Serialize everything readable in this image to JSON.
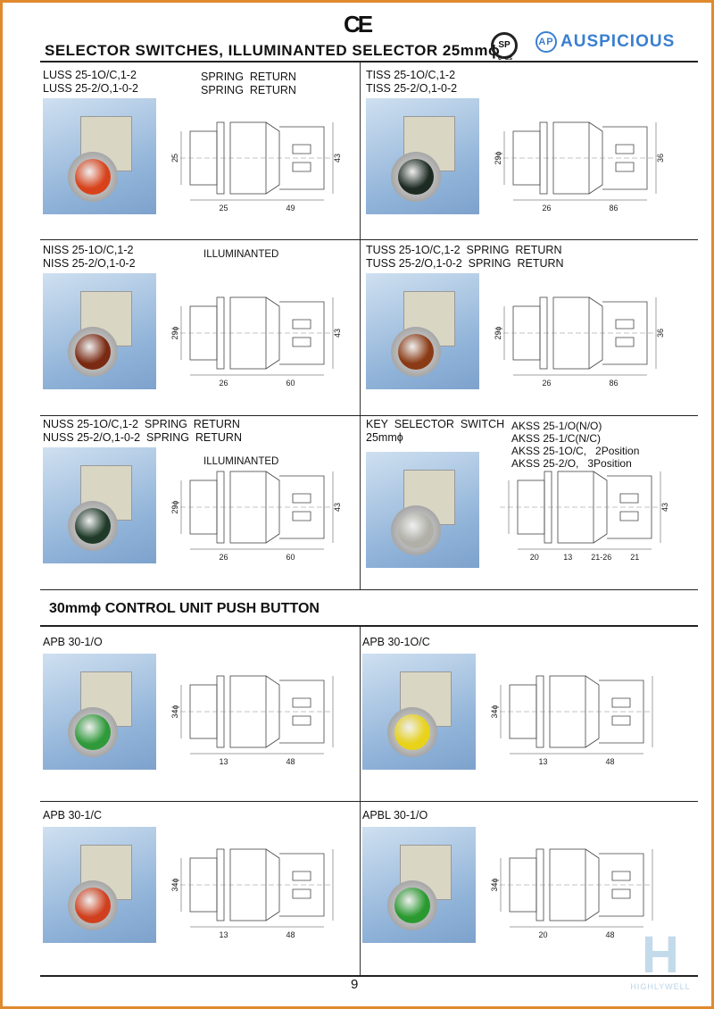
{
  "header": {
    "ce_mark": "CE",
    "title": "SELECTOR  SWITCHES, ILLUMINANTED  SELECTOR  25mmϕ",
    "csa_mark": "SP",
    "csa_sub": "c  us",
    "brand": "AUSPICIOUS",
    "brand_logo": "AP"
  },
  "section1": {
    "panels": [
      {
        "lines": [
          "LUSS 25-1O/C,1-2",
          "LUSS 25-2/O,1-0-2"
        ],
        "notes": [
          "SPRING  RETURN",
          "SPRING  RETURN"
        ],
        "knob_color": "#d8421a",
        "dims": {
          "left": "25",
          "right": "43",
          "bottom": [
            "25",
            "49"
          ]
        }
      },
      {
        "lines": [
          "TISS 25-1O/C,1-2",
          "TISS 25-2/O,1-0-2"
        ],
        "notes": [],
        "knob_color": "#1c2a22",
        "dims": {
          "left": "29ϕ",
          "right": "36",
          "bottom": [
            "26",
            "86"
          ]
        }
      },
      {
        "lines": [
          "NISS 25-1O/C,1-2",
          "NISS 25-2/O,1-0-2"
        ],
        "notes": [
          "ILLUMINANTED"
        ],
        "knob_color": "#7a2a12",
        "dims": {
          "left": "29ϕ",
          "right": "43",
          "bottom": [
            "26",
            "60"
          ]
        }
      },
      {
        "lines": [
          "TUSS 25-1O/C,1-2  SPRING  RETURN",
          "TUSS 25-2/O,1-0-2  SPRING  RETURN"
        ],
        "notes": [],
        "knob_color": "#8a3a14",
        "dims": {
          "left": "29ϕ",
          "right": "36",
          "bottom": [
            "26",
            "86"
          ]
        }
      },
      {
        "lines": [
          "NUSS 25-1O/C,1-2  SPRING  RETURN",
          "NUSS 25-2/O,1-0-2  SPRING  RETURN"
        ],
        "notes": [
          "ILLUMINANTED"
        ],
        "knob_color": "#1f3a28",
        "dims": {
          "left": "29ϕ",
          "right": "43",
          "bottom": [
            "26",
            "60"
          ]
        }
      },
      {
        "lines": [
          "KEY  SELECTOR  SWITCH",
          "25mmϕ"
        ],
        "notes": [
          "AKSS 25-1/O(N/O)",
          "AKSS 25-1/C(N/C)",
          "AKSS 25-1O/C,   2Position",
          "AKSS 25-2/O,   3Position"
        ],
        "knob_color": "#b0b0a8",
        "dims": {
          "left": "",
          "right": "43",
          "bottom": [
            "20",
            "13",
            "21-26",
            "21"
          ]
        }
      }
    ]
  },
  "section2": {
    "title": "30mmϕ  CONTROL UNIT PUSH BUTTON",
    "panels": [
      {
        "lines": [
          "APB 30-1/O"
        ],
        "notes": [],
        "knob_color": "#2f9a3a",
        "dims": {
          "left": "34ϕ",
          "right": "",
          "bottom": [
            "13",
            "48"
          ]
        }
      },
      {
        "lines": [
          "APB 30-1O/C"
        ],
        "notes": [],
        "knob_color": "#e8d21a",
        "dims": {
          "left": "34ϕ",
          "right": "",
          "bottom": [
            "13",
            "48"
          ]
        }
      },
      {
        "lines": [
          "APB 30-1/C"
        ],
        "notes": [],
        "knob_color": "#d0401e",
        "dims": {
          "left": "34ϕ",
          "right": "",
          "bottom": [
            "13",
            "48"
          ]
        }
      },
      {
        "lines": [
          "APBL 30-1/O"
        ],
        "notes": [],
        "knob_color": "#2a9a30",
        "dims": {
          "left": "34ϕ",
          "right": "",
          "bottom": [
            "20",
            "48"
          ]
        }
      }
    ]
  },
  "footer": {
    "page_number": "9",
    "watermark": "HIGHLYWELL",
    "watermark_logo": "H"
  }
}
